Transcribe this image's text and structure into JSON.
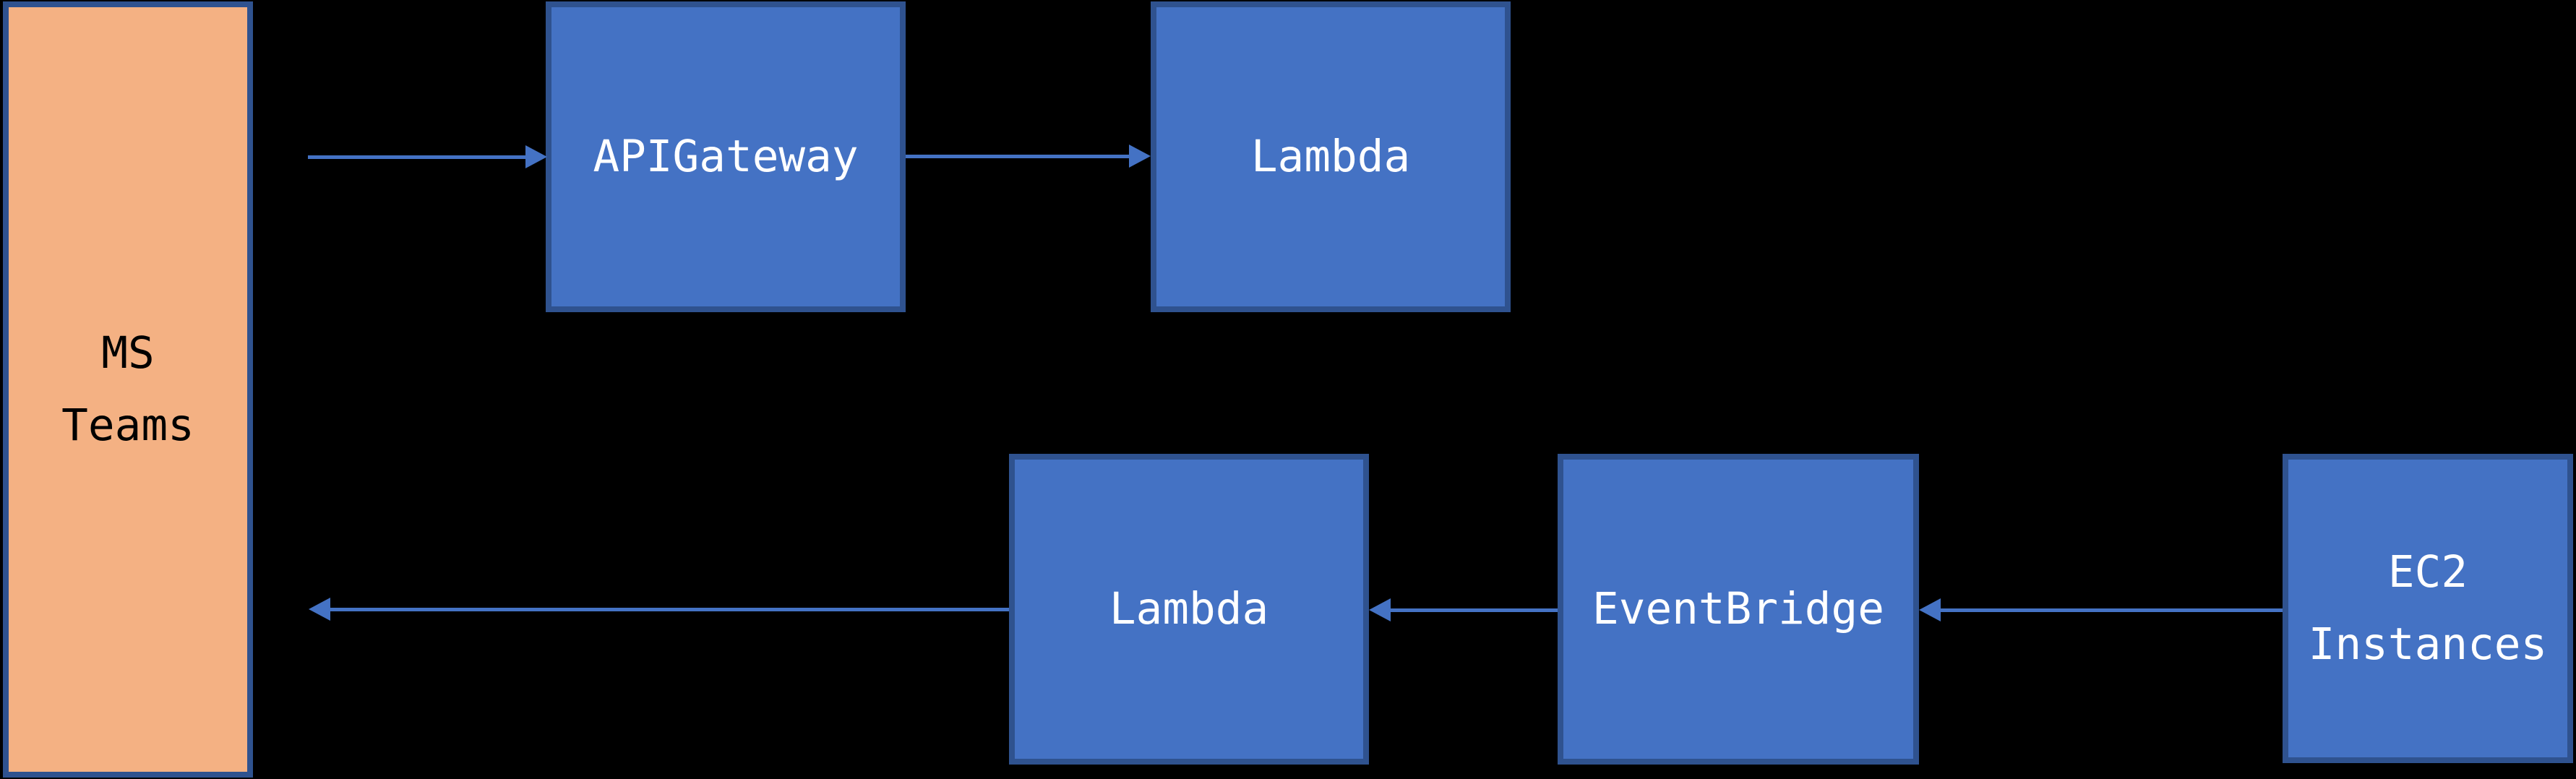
{
  "diagram": {
    "background_color": "#000000",
    "colors": {
      "node_fill_blue": "#4472C4",
      "node_fill_orange": "#F4B183",
      "node_border": "#2F528F",
      "arrow": "#4472C4",
      "text_on_blue": "#FFFFFF",
      "text_on_orange": "#000000"
    },
    "nodes": [
      {
        "id": "ms-teams",
        "label": "MS Teams",
        "lines": [
          "MS",
          "Teams"
        ],
        "fill": "#F4B183"
      },
      {
        "id": "api-gateway",
        "label": "APIGateway",
        "lines": [
          "APIGateway"
        ],
        "fill": "#4472C4"
      },
      {
        "id": "lambda-top",
        "label": "Lambda",
        "lines": [
          "Lambda"
        ],
        "fill": "#4472C4"
      },
      {
        "id": "lambda-bottom",
        "label": "Lambda",
        "lines": [
          "Lambda"
        ],
        "fill": "#4472C4"
      },
      {
        "id": "eventbridge",
        "label": "EventBridge",
        "lines": [
          "EventBridge"
        ],
        "fill": "#4472C4"
      },
      {
        "id": "ec2-instances",
        "label": "EC2 Instances",
        "lines": [
          "EC2",
          "Instances"
        ],
        "fill": "#4472C4"
      }
    ],
    "edges": [
      {
        "from": "MS Teams",
        "to": "APIGateway",
        "direction": "right"
      },
      {
        "from": "APIGateway",
        "to": "Lambda",
        "direction": "right"
      },
      {
        "from": "EC2 Instances",
        "to": "EventBridge",
        "direction": "left"
      },
      {
        "from": "EventBridge",
        "to": "Lambda",
        "direction": "left"
      },
      {
        "from": "Lambda",
        "to": "MS Teams",
        "direction": "left"
      }
    ]
  }
}
